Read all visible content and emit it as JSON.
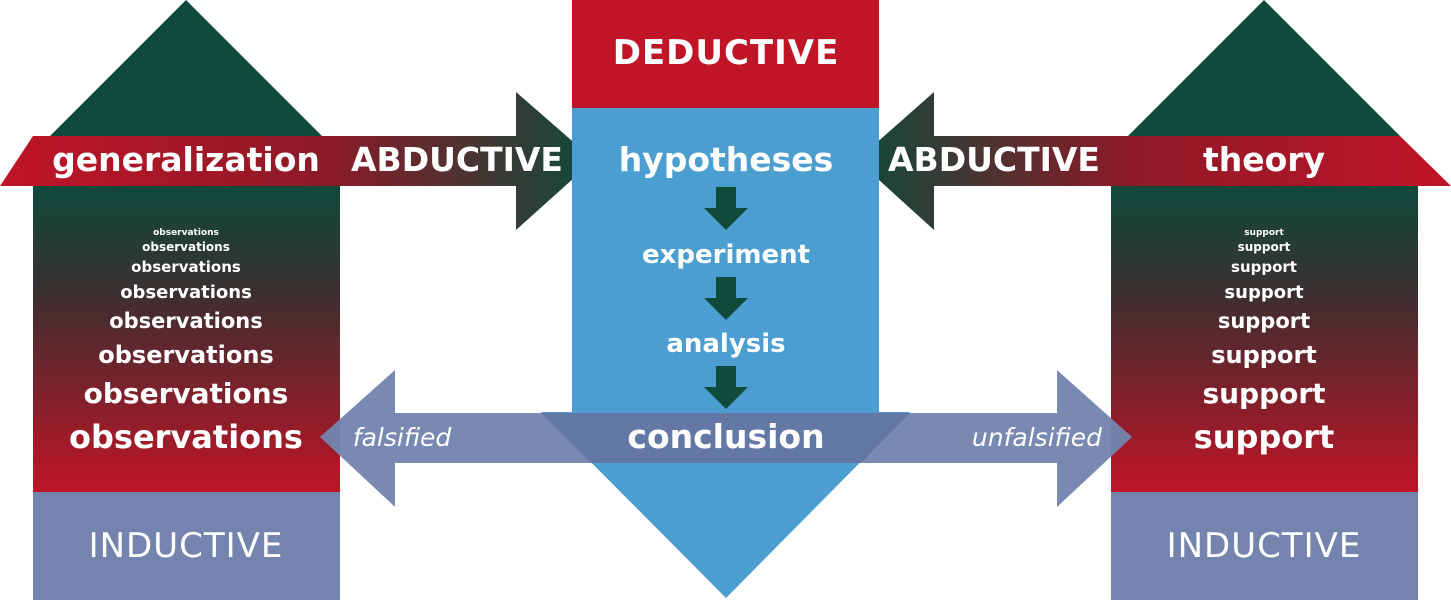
{
  "center": {
    "title": "DEDUCTIVE",
    "steps": [
      "hypotheses",
      "experiment",
      "analysis",
      "conclusion"
    ]
  },
  "left": {
    "generalization": "generalization",
    "abductive": "ABDUCTIVE",
    "words": [
      "observations",
      "observations",
      "observations",
      "observations",
      "observations",
      "observations",
      "observations",
      "observations"
    ],
    "inductive": "INDUCTIVE",
    "outcome": "falsified"
  },
  "right": {
    "theory": "theory",
    "abductive": "ABDUCTIVE",
    "words": [
      "support",
      "support",
      "support",
      "support",
      "support",
      "support",
      "support",
      "support"
    ],
    "inductive": "INDUCTIVE",
    "outcome": "unfalsified"
  },
  "colors": {
    "red": "#c01427",
    "dark_green": "#0f4a3b",
    "blue": "#4c9ed1",
    "slate": "#7484ae",
    "slate_dark": "#6478a6"
  }
}
